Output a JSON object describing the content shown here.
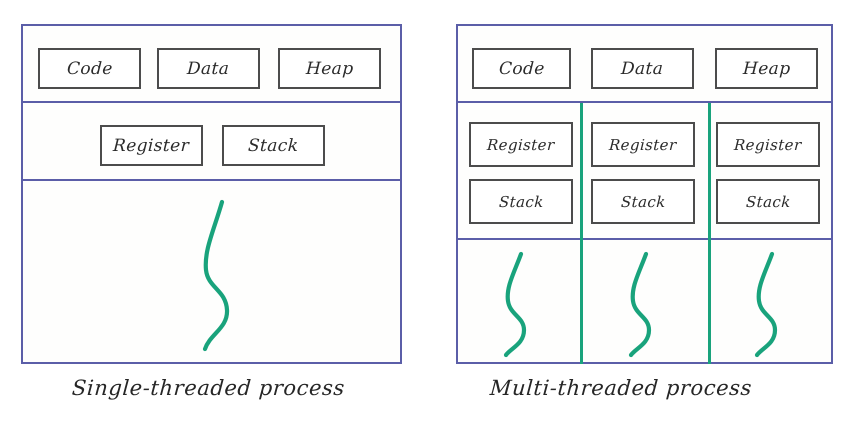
{
  "diagram": {
    "title_semantic": "single-threaded-vs-multi-threaded-process",
    "palette": {
      "frame_blue": "#5b5ea8",
      "thread_green": "#19a37c",
      "box_border": "#4c4c4c",
      "text": "#2b2b2b",
      "background": "#ffffff"
    },
    "single_process": {
      "caption": "Single-threaded process",
      "shared_segments": [
        {
          "label": "Code"
        },
        {
          "label": "Data"
        },
        {
          "label": "Heap"
        }
      ],
      "thread_resources": [
        {
          "label": "Register"
        },
        {
          "label": "Stack"
        }
      ],
      "thread_count": 1,
      "threads": [
        {
          "name": "thread-1"
        }
      ]
    },
    "multi_process": {
      "caption": "Multi-threaded process",
      "shared_segments": [
        {
          "label": "Code"
        },
        {
          "label": "Data"
        },
        {
          "label": "Heap"
        }
      ],
      "thread_count": 3,
      "threads": [
        {
          "name": "thread-1",
          "register": "Register",
          "stack": "Stack"
        },
        {
          "name": "thread-2",
          "register": "Register",
          "stack": "Stack"
        },
        {
          "name": "thread-3",
          "register": "Register",
          "stack": "Stack"
        }
      ]
    }
  }
}
